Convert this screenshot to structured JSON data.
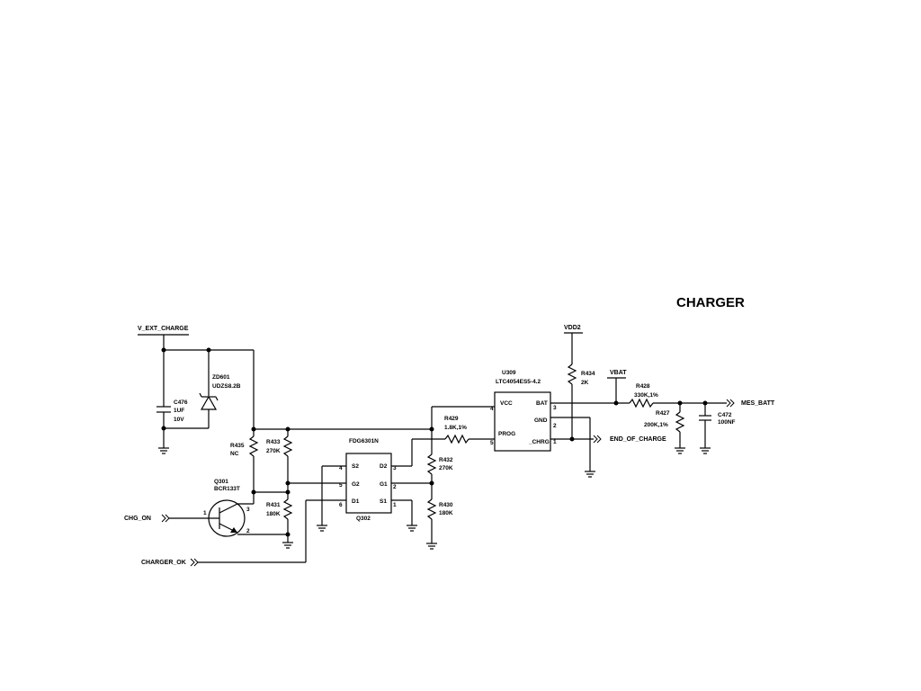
{
  "title": "CHARGER",
  "nets": {
    "v_ext_charge": "V_EXT_CHARGE",
    "vdd2": "VDD2",
    "vbat": "VBAT",
    "mes_batt": "MES_BATT",
    "end_of_charge": "END_OF_CHARGE",
    "chg_on": "CHG_ON",
    "charger_ok": "CHARGER_OK"
  },
  "components": {
    "c476": {
      "ref": "C476",
      "value": "1UF",
      "rating": "10V"
    },
    "zd601": {
      "ref": "ZD601",
      "value": "UDZS8.2B"
    },
    "r435": {
      "ref": "R435",
      "value": "NC"
    },
    "r433": {
      "ref": "R433",
      "value": "270K"
    },
    "r431": {
      "ref": "R431",
      "value": "180K"
    },
    "q301": {
      "ref": "Q301",
      "value": "BCR133T",
      "pin1": "1",
      "pin2": "2",
      "pin3": "3"
    },
    "q302": {
      "part": "FDG6301N",
      "ref": "Q302",
      "s2": "S2",
      "g2": "G2",
      "d1": "D1",
      "d2": "D2",
      "g1": "G1",
      "s1": "S1",
      "p_s2": "4",
      "p_g2": "5",
      "p_d1": "6",
      "p_d2": "3",
      "p_g1": "2",
      "p_s1": "1"
    },
    "r429": {
      "ref": "R429",
      "value": "1.8K,1%"
    },
    "r432": {
      "ref": "R432",
      "value": "270K"
    },
    "r430": {
      "ref": "R430",
      "value": "180K"
    },
    "u309": {
      "ref": "U309",
      "part": "LTC4054ES5-4.2",
      "vcc": "VCC",
      "prog": "PROG",
      "bat": "BAT",
      "gnd": "GND",
      "chrg": "_CHRG",
      "p_vcc": "4",
      "p_prog": "5",
      "p_bat": "3",
      "p_gnd": "2",
      "p_chrg": "1"
    },
    "r434": {
      "ref": "R434",
      "value": "2K"
    },
    "r428": {
      "ref": "R428",
      "value": "330K,1%"
    },
    "r427": {
      "ref": "R427",
      "value": "200K,1%"
    },
    "c472": {
      "ref": "C472",
      "value": "100NF"
    }
  }
}
